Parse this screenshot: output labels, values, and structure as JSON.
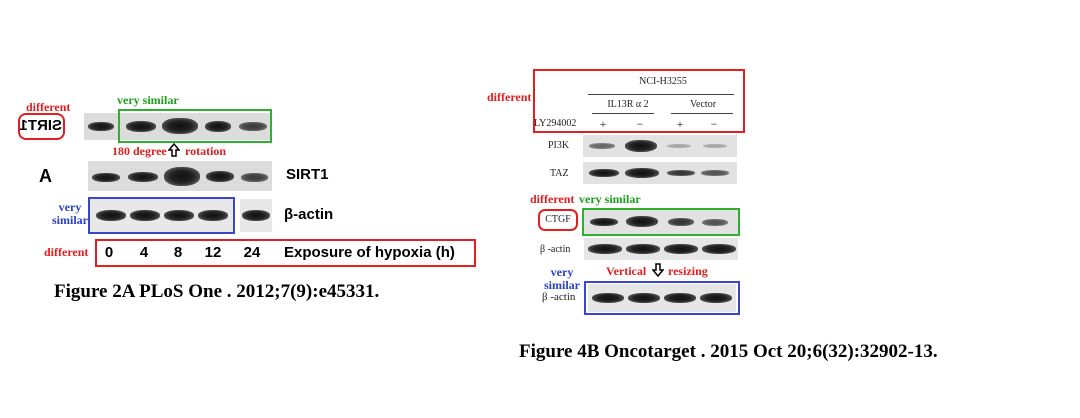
{
  "left_figure": {
    "caption": "Figure 2A PLoS One  . 2012;7(9):e45331.",
    "panel_letter": "A",
    "protein_label": "SIRT1",
    "loading_label": "β-actin",
    "mirrored_label": "SIRT1",
    "exposure_values": [
      "0",
      "4",
      "8",
      "12",
      "24"
    ],
    "exposure_label": "Exposure of hypoxia (h)",
    "annotations": {
      "different_top": "different",
      "very_similar_top": "very similar",
      "rotation_left": "180 degree",
      "rotation_right": "rotation",
      "very_similar_side": "very\nsimilar",
      "different_bottom": "different"
    }
  },
  "right_figure": {
    "caption": "Figure 4B Oncotarget . 2015 Oct 20;6(32):32902-13.",
    "cell_line": "NCI-H3255",
    "group1": "IL13R α 2",
    "group2": "Vector",
    "treatment_label": "LY294002",
    "signs": [
      "+",
      "−",
      "+",
      "−"
    ],
    "row_labels": {
      "pi3k": "PI3K",
      "taz": "TAZ",
      "ctgf": "CTGF",
      "actin": "β -actin",
      "actin_bottom": "β -actin"
    },
    "annotations": {
      "different_header": "different",
      "different_ctgf": "different",
      "very_similar_ctgf": "very similar",
      "very_similar_bottom": "very\nsimilar",
      "vertical": "Vertical",
      "resizing": "resizing"
    }
  },
  "colors": {
    "red": "#e02020",
    "green": "#2fb02f",
    "blue": "#3a46c8"
  },
  "icons": [
    "up-arrow-icon",
    "down-arrow-icon"
  ]
}
